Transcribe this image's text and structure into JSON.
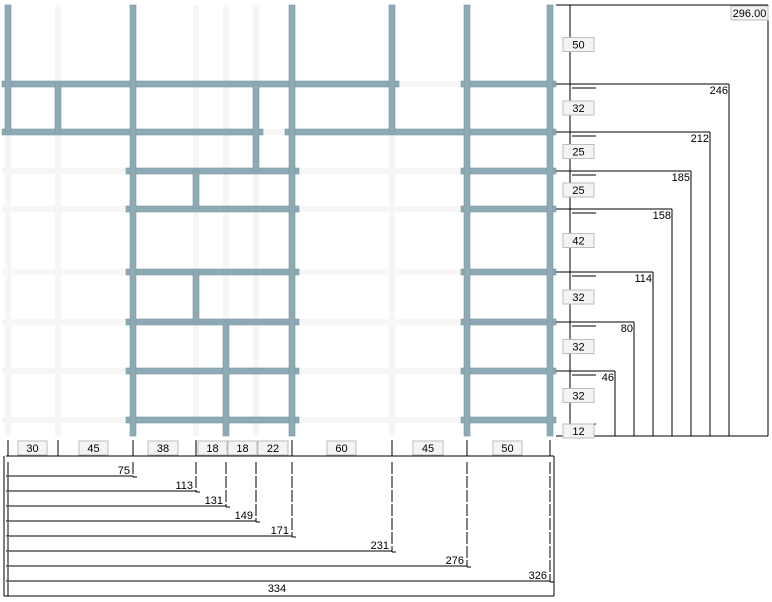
{
  "colors": {
    "frame": "#8eaab4",
    "frame_edge": "#7a98a2",
    "ghost": "#f6f6f6",
    "dim_line": "#000000"
  },
  "vertical_dims": {
    "total": "296.00",
    "segments": [
      "50",
      "32",
      "25",
      "25",
      "42",
      "32",
      "32",
      "32",
      "12"
    ],
    "cumulative": [
      "246",
      "212",
      "185",
      "158",
      "114",
      "80",
      "46"
    ]
  },
  "horizontal_dims": {
    "total": "334",
    "segments": [
      "30",
      "45",
      "38",
      "18",
      "18",
      "22",
      "60",
      "45",
      "50"
    ],
    "cumulative": [
      "75",
      "113",
      "131",
      "149",
      "171",
      "231",
      "276",
      "326"
    ]
  }
}
